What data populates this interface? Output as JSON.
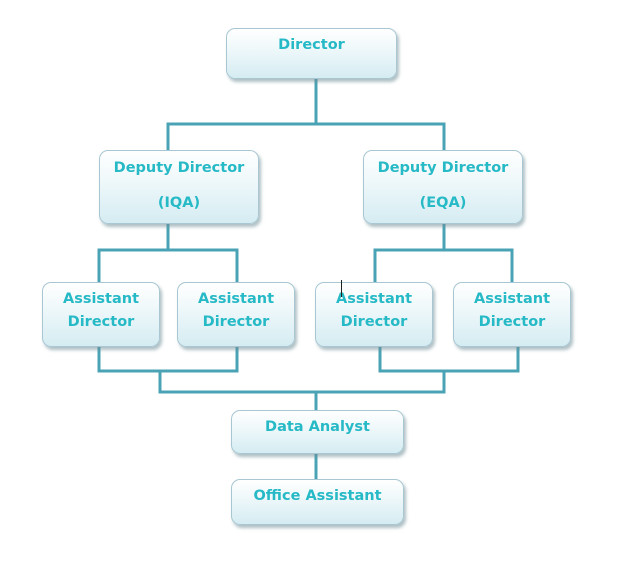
{
  "org_chart": {
    "director": {
      "lines": [
        "Director"
      ]
    },
    "deputy_iqa": {
      "lines": [
        "Deputy Director",
        "(IQA)"
      ]
    },
    "deputy_eqa": {
      "lines": [
        "Deputy Director",
        "(EQA)"
      ]
    },
    "assistants": [
      {
        "lines": [
          "Assistant",
          "Director"
        ]
      },
      {
        "lines": [
          "Assistant",
          "Director"
        ]
      },
      {
        "lines": [
          "Assistant",
          "Director"
        ]
      },
      {
        "lines": [
          "Assistant",
          "Director"
        ]
      }
    ],
    "data_analyst": {
      "lines": [
        "Data Analyst"
      ]
    },
    "office_assistant": {
      "lines": [
        "Office Assistant"
      ]
    }
  },
  "colors": {
    "text": "#26b9c6",
    "connector": "#4aa3b5",
    "node_border": "#a8c7d2"
  }
}
